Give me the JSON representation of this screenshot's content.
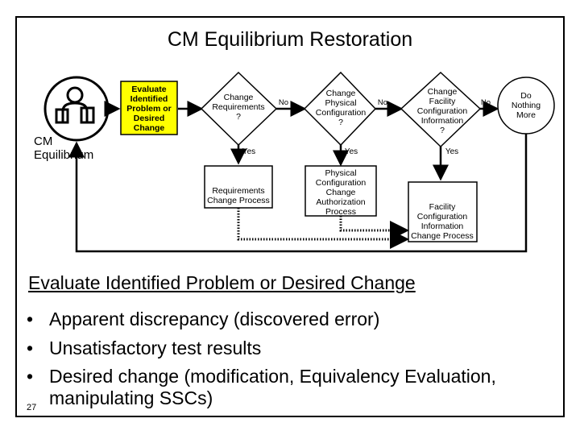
{
  "slide": {
    "title": "CM Equilibrium Restoration",
    "number": "27"
  },
  "diagram": {
    "equilibrium_label_1": "CM",
    "equilibrium_label_2": "Equilibrium",
    "evaluate_box": [
      "Evaluate",
      "Identified",
      "Problem or",
      "Desired",
      "Change"
    ],
    "decision_requirements": [
      "Change",
      "Requirements",
      "?"
    ],
    "decision_physical": [
      "Change",
      "Physical",
      "Configuration",
      "?"
    ],
    "decision_facility": [
      "Change",
      "Facility",
      "Configuration",
      "Information",
      "?"
    ],
    "do_nothing": [
      "Do",
      "Nothing",
      "More"
    ],
    "no_label": "No",
    "yes_label": "Yes",
    "process_requirements": [
      "Requirements",
      "Change Process"
    ],
    "process_physical": [
      "Physical",
      "Configuration",
      "Change",
      "Authorization",
      "Process"
    ],
    "process_facility": [
      "Facility",
      "Configuration",
      "Information",
      "Change Process"
    ],
    "colors": {
      "evaluate_fill": "#ffff00",
      "line": "#000000"
    }
  },
  "content": {
    "heading": "Evaluate Identified Problem or Desired Change",
    "bullets": [
      "Apparent discrepancy (discovered error)",
      "Unsatisfactory test results",
      "Desired change (modification, Equivalency Evaluation, manipulating SSCs)"
    ]
  }
}
